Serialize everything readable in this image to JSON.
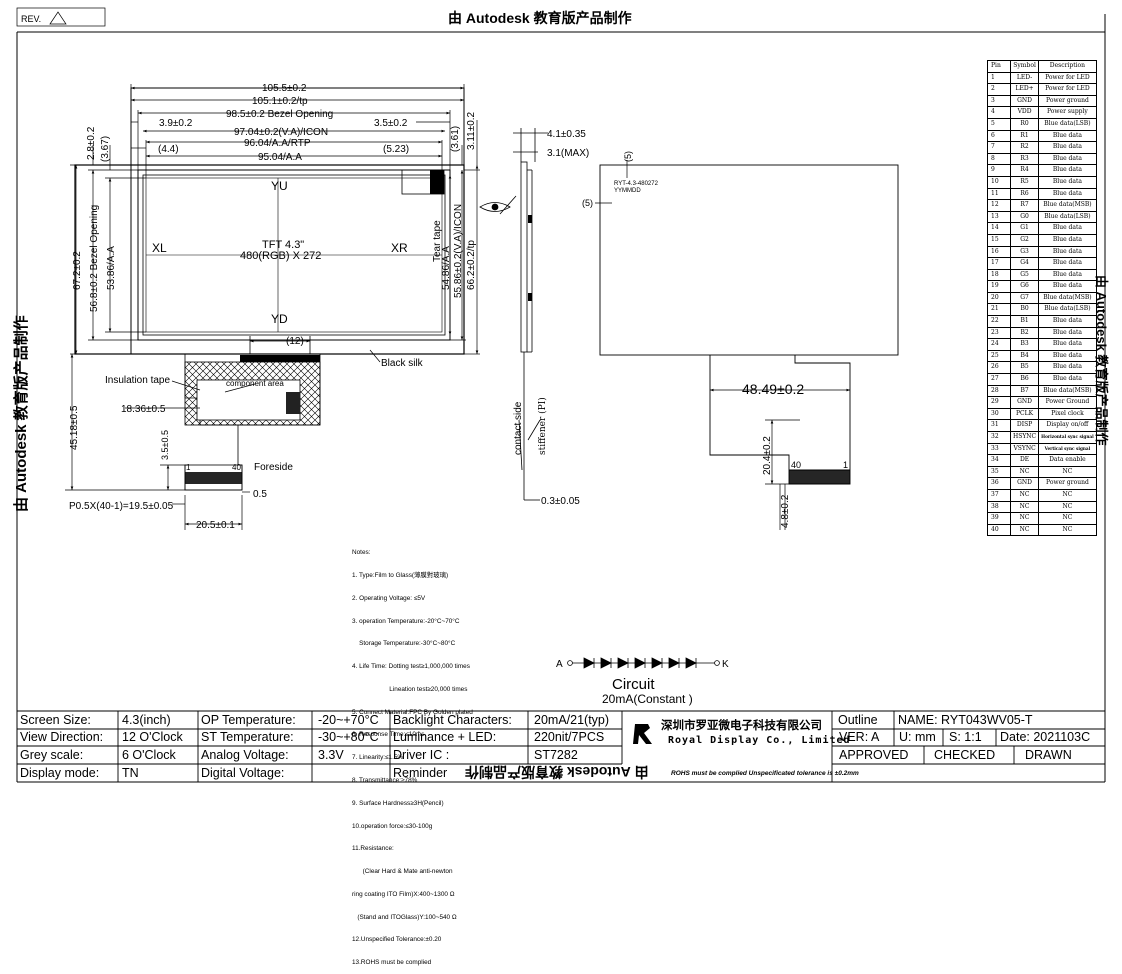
{
  "header": {
    "rev_label": "REV.",
    "watermark_top": "由 Autodesk 教育版产品制作"
  },
  "watermarks": {
    "left": "由 Autodesk 教育版产品制作",
    "right": "由 Autodesk 教育版产品制作",
    "bottom": "由 Autodesk 教育版产品制作"
  },
  "front_view": {
    "dim_outline_width": "105.5±0.2",
    "dim_tp_width": "105.1±0.2/tp",
    "dim_bezel": "98.5±0.2 Bezel Opening",
    "dim_left_offset": "3.9±0.2",
    "dim_right_offset": "3.5±0.2",
    "dim_va_icon": "97.04±0.2(V.A)/ICON",
    "dim_aa_rtp": "96.04/A.A/RTP",
    "dim_left_44": "(4.4)",
    "dim_right_523": "(5.23)",
    "dim_aa": "95.04/A.A",
    "dim_top_28": "2.8±0.2",
    "dim_top_367": "(3.67)",
    "dim_right_361": "(3.61)",
    "dim_right_311": "3.11±0.2",
    "dim_height_672": "67.2±0.2",
    "dim_bezel_h": "56.8±0.2 Bezel Opening",
    "dim_aa_h": "53.86/A.A",
    "dim_aa_h2": "54.86/A.A",
    "dim_va_h": "55.86±0.2(V.A)/ICON",
    "dim_tp_h": "66.2±0.2/tp",
    "tear_tape": "Tear tape",
    "label_yu": "YU",
    "label_yd": "YD",
    "label_xl": "XL",
    "label_xr": "XR",
    "tft_line1": "TFT 4.3\"",
    "tft_line2": "480(RGB) X 272",
    "dim_12": "(12)",
    "black_silk": "Black silk",
    "insulation_tape": "Insulation tape",
    "component_area": "component area",
    "dim_1836": "18.36±0.5",
    "dim_4518": "45.18±0.5",
    "dim_35": "3.5±0.5",
    "pin_1": "1",
    "pin_40": "40",
    "foreside": "Foreside",
    "dim_05": "0.5",
    "pitch": "P0.5X(40-1)=19.5±0.05",
    "dim_205": "20.5±0.1"
  },
  "side_view": {
    "dim_41": "4.1±0.35",
    "dim_31": "3.1(MAX)",
    "contact_side": "contact side",
    "stiffener": "stiffener (PI)",
    "dim_03": "0.3±0.05"
  },
  "back_view": {
    "dim_5_top": "(5)",
    "dim_5_left": "(5)",
    "label_line1": "RYT-4.3-480272",
    "label_line2": "YYMMDD",
    "dim_4849": "48.49±0.2",
    "dim_204": "20.4±0.2",
    "dim_48": "4.8±0.2",
    "pin_40": "40",
    "pin_1": "1"
  },
  "notes": [
    "Notes:",
    "1. Type:Film to Glass(薄膜對玻璃)",
    "2. Operating Voltage: ≤5V",
    "3. operation Temperature:-20°C~70°C",
    "    Storage Temperature:-30°C~80°C",
    "4. Life Time: Dotting test≥1,000,000 times",
    "                     Lineation test≥20,000 times",
    "5. Connect Material:FPC By Golden plated",
    "6. Response Time:≤10ms",
    "7. Linearity:≤1.5%",
    "8. Transmittance:≥78%",
    "9. Surface Hardness≥3H(Pencil)",
    "10.operation force:≤30-100g",
    "11.Resistance:",
    "      (Clear Hard & Mate anti-newton",
    "ring coating ITO Film)X:400~1300 Ω",
    "   (Stand and ITOGlass)Y:100~540 Ω",
    "12.Unspecified Tolerance:±0.20",
    "13.ROHS must be complied"
  ],
  "circuit": {
    "anode": "A",
    "cathode": "K",
    "title": "Circuit",
    "current": "20mA(Constant )"
  },
  "pin_table": {
    "headers": [
      "Pin",
      "Symbol",
      "Description"
    ],
    "rows": [
      [
        "1",
        "LED-",
        "Power for LED"
      ],
      [
        "2",
        "LED+",
        "Power for LED"
      ],
      [
        "3",
        "GND",
        "Power ground"
      ],
      [
        "4",
        "VDD",
        "Power supply"
      ],
      [
        "5",
        "R0",
        "Blue data(LSB)"
      ],
      [
        "6",
        "R1",
        "Blue data"
      ],
      [
        "7",
        "R2",
        "Blue data"
      ],
      [
        "8",
        "R3",
        "Blue data"
      ],
      [
        "9",
        "R4",
        "Blue data"
      ],
      [
        "10",
        "R5",
        "Blue data"
      ],
      [
        "11",
        "R6",
        "Blue data"
      ],
      [
        "12",
        "R7",
        "Blue data(MSB)"
      ],
      [
        "13",
        "G0",
        "Blue data(LSB)"
      ],
      [
        "14",
        "G1",
        "Blue data"
      ],
      [
        "15",
        "G2",
        "Blue data"
      ],
      [
        "16",
        "G3",
        "Blue data"
      ],
      [
        "17",
        "G4",
        "Blue data"
      ],
      [
        "18",
        "G5",
        "Blue data"
      ],
      [
        "19",
        "G6",
        "Blue data"
      ],
      [
        "20",
        "G7",
        "Blue data(MSB)"
      ],
      [
        "21",
        "B0",
        "Blue data(LSB)"
      ],
      [
        "22",
        "B1",
        "Blue data"
      ],
      [
        "23",
        "B2",
        "Blue data"
      ],
      [
        "24",
        "B3",
        "Blue data"
      ],
      [
        "25",
        "B4",
        "Blue data"
      ],
      [
        "26",
        "B5",
        "Blue data"
      ],
      [
        "27",
        "B6",
        "Blue data"
      ],
      [
        "28",
        "B7",
        "Blue data(MSB)"
      ],
      [
        "29",
        "GND",
        "Power Ground"
      ],
      [
        "30",
        "PCLK",
        "Pixel clock"
      ],
      [
        "31",
        "DISP",
        "Display on/off"
      ],
      [
        "32",
        "HSYNC",
        "Horizontal sync signal"
      ],
      [
        "33",
        "VSYNC",
        "Vertical sync signal"
      ],
      [
        "34",
        "DE",
        "Data enable"
      ],
      [
        "35",
        "NC",
        "NC"
      ],
      [
        "36",
        "GND",
        "Power ground"
      ],
      [
        "37",
        "NC",
        "NC"
      ],
      [
        "38",
        "NC",
        "NC"
      ],
      [
        "39",
        "NC",
        "NC"
      ],
      [
        "40",
        "NC",
        "NC"
      ]
    ]
  },
  "title_block": {
    "screen_size_label": "Screen    Size:",
    "screen_size": "4.3(inch)",
    "view_direction_label": "View Direction:",
    "view_direction": "12 O'Clock",
    "grey_scale_label": "Grey      scale:",
    "grey_scale": "6 O'Clock",
    "display_mode_label": "Display  mode:",
    "display_mode": "TN",
    "op_temp_label": "OP Temperature:",
    "op_temp": "-20~+70°C",
    "st_temp_label": "ST Temperature:",
    "st_temp": "-30~+80°C",
    "analog_label": "Analog   Voltage:",
    "analog": "3.3V",
    "digital_label": "Digital    Voltage:",
    "digital": "",
    "backlight_label": "Backlight Characters:",
    "backlight": "20mA/21(typ)",
    "luminance_label": "Luminance  +  LED:",
    "luminance": "220nit/7PCS",
    "driver_label": "Driver              IC :",
    "driver": "ST7282",
    "reminder_label": "Reminder",
    "company_cn": "深圳市罗亚微电子科技有限公司",
    "company_en": "Royal Display Co., Limited",
    "footnote": "ROHS must be complied Unspecificated tolerance is ±0.2mm",
    "outline_label": "Outline",
    "name_label": "NAME: RYT043WV05-T",
    "ver": "VER: A",
    "unit": "U:  mm",
    "scale": "S: 1:1",
    "date": "Date: 2021103C",
    "approved": "APPROVED",
    "checked": "CHECKED",
    "drawn": "DRAWN"
  }
}
